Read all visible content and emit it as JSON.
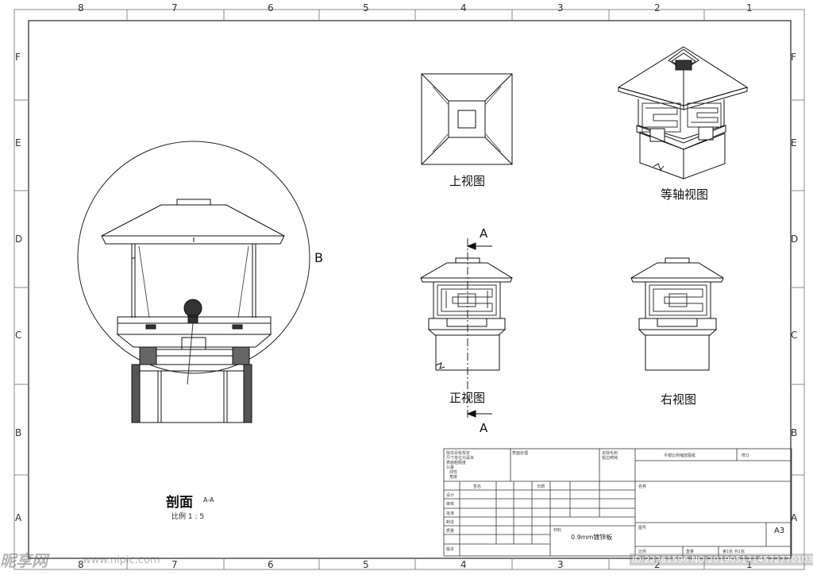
{
  "zones": {
    "columns": [
      "8",
      "7",
      "6",
      "5",
      "4",
      "3",
      "2",
      "1"
    ],
    "rows": [
      "F",
      "E",
      "D",
      "C",
      "B",
      "A"
    ]
  },
  "views": {
    "top": "上视图",
    "iso": "等轴视图",
    "front": "正视图",
    "right": "右视图",
    "section_title": "剖面",
    "section_tag": "A-A",
    "scale": "比例 1 : 5",
    "detail_label": "B",
    "cut_top": "A",
    "cut_bottom": "A"
  },
  "title_block": {
    "material": "0.9mm镀锌板",
    "size": "A3",
    "notes": [
      "除非另有规定",
      "尺寸单位为毫米",
      "表面粗糙度",
      "公差",
      "线性",
      "角度"
    ],
    "finish": "表面处理",
    "deburr": "去除毛刺",
    "sharp": "锐边倒钝",
    "rev": "版本",
    "title": "名称",
    "name_h": "签名",
    "date_h": "日期",
    "rows": [
      "设计",
      "审核",
      "批准",
      "制造",
      "质量"
    ],
    "drawing_no": "图号",
    "material_label": "材料",
    "weight": "重量",
    "scale_lbl": "比例",
    "sheet_lbl": "第1张 共1张",
    "top_mid": "不按比例缩放图纸",
    "top_right": "修订"
  },
  "watermark": {
    "logo": "昵享网",
    "url": "www.nipic.com",
    "id": "ID:22261596 NO:20190517145727701035"
  }
}
